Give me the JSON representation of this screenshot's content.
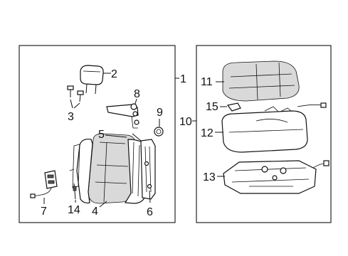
{
  "callouts": {
    "c1": "1",
    "c2": "2",
    "c3": "3",
    "c4": "4",
    "c5": "5",
    "c6": "6",
    "c7": "7",
    "c8": "8",
    "c9": "9",
    "c10": "10",
    "c11": "11",
    "c12": "12",
    "c13": "13",
    "c14": "14",
    "c15": "15"
  },
  "colors": {
    "ink": "#111111",
    "background": "#ffffff",
    "fabric": "#d9d9d9"
  }
}
